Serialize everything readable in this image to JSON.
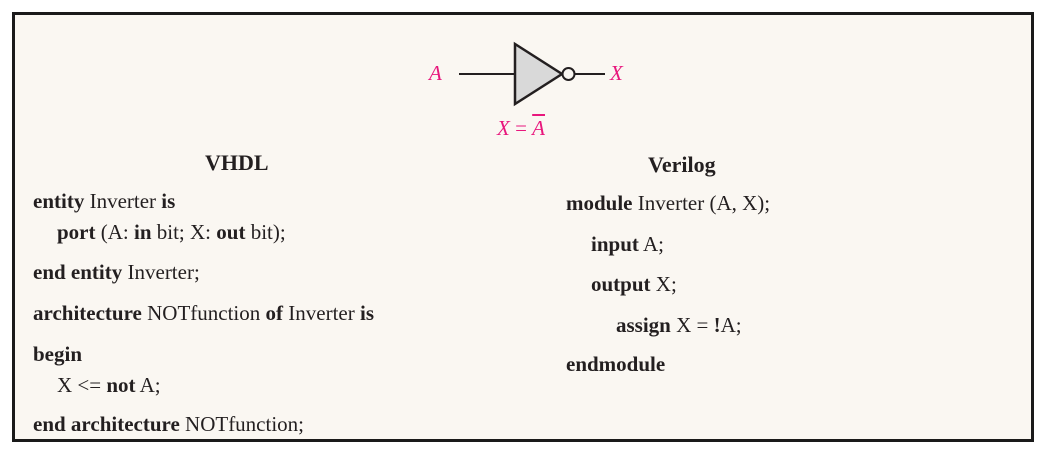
{
  "figure": {
    "gate": {
      "input_label": "A",
      "output_label": "X",
      "equation_lhs": "X",
      "equation_op": " = ",
      "equation_rhs": "A"
    },
    "vhdl": {
      "title": "VHDL",
      "lines": [
        [
          "entity",
          " Inverter ",
          "is"
        ],
        [
          "port",
          " (A: ",
          "in",
          " bit; X: ",
          "out",
          " bit);"
        ],
        [
          "end entity",
          " Inverter;"
        ],
        [
          "architecture",
          " NOTfunction ",
          "of",
          " Inverter ",
          "is"
        ],
        [
          "begin"
        ],
        [
          "X <= ",
          "not",
          " A;"
        ],
        [
          "end architecture",
          " NOTfunction;"
        ]
      ]
    },
    "verilog": {
      "title": "Verilog",
      "lines": [
        [
          "module",
          " Inverter (A, X);"
        ],
        [
          "input",
          " A;"
        ],
        [
          "output",
          " X;"
        ],
        [
          "assign",
          " X = ",
          "!",
          "A;"
        ],
        [
          "endmodule"
        ]
      ]
    },
    "colors": {
      "accent": "#e8177d",
      "gate_fill": "#d9d9d9",
      "border": "#1a1a1a",
      "background": "#faf7f2"
    }
  }
}
